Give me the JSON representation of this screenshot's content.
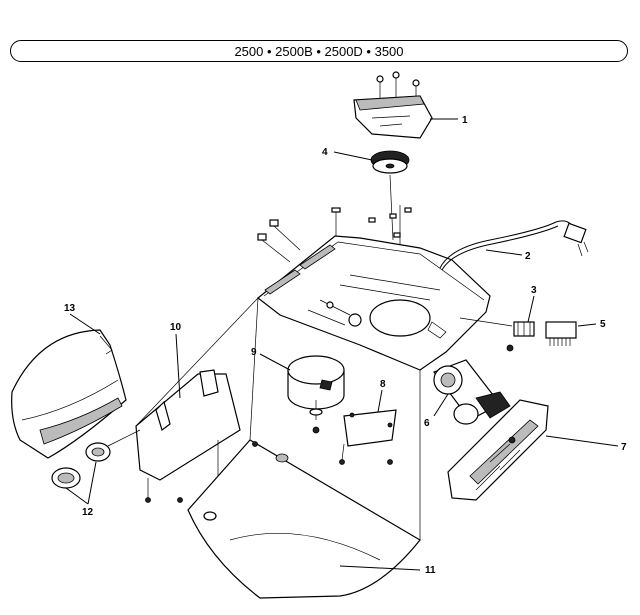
{
  "title": "2500 • 2500B • 2500D • 3500",
  "callouts": [
    "1",
    "2",
    "3",
    "4",
    "5",
    "6",
    "7",
    "8",
    "9",
    "10",
    "11",
    "12",
    "13"
  ]
}
